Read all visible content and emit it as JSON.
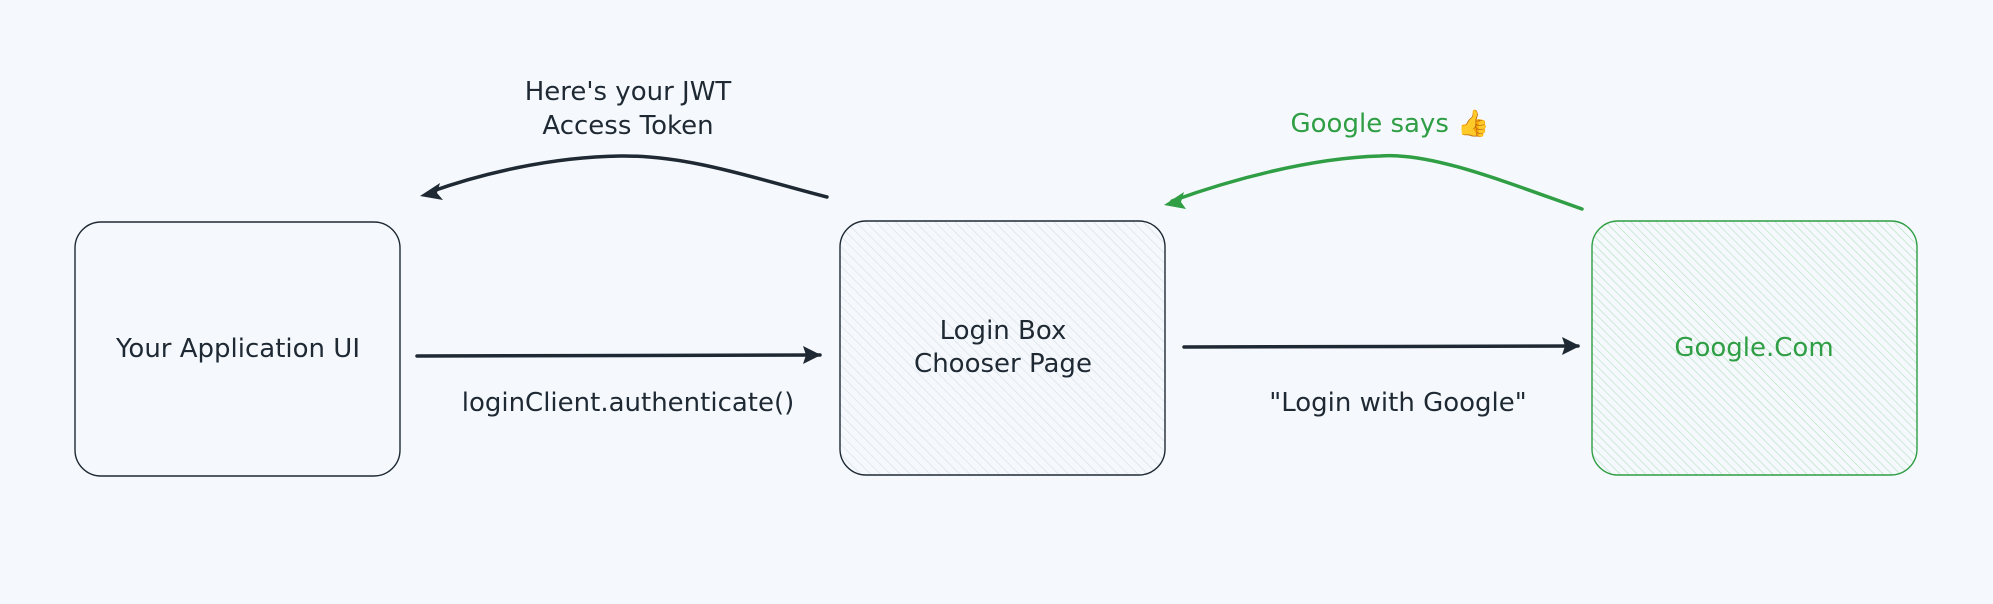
{
  "colors": {
    "background": "#f5f9fd",
    "ink": "#1f2933",
    "green": "#2f9e44",
    "hatch_gray": "#d7dde3",
    "hatch_green": "#b2dfbd"
  },
  "nodes": {
    "app": {
      "label": "Your Application UI"
    },
    "login": {
      "line1": "Login Box",
      "line2": "Chooser Page"
    },
    "google": {
      "label": "Google.Com"
    }
  },
  "edges": {
    "app_to_login": {
      "label": "loginClient.authenticate()"
    },
    "login_to_google": {
      "label": "\"Login with Google\""
    },
    "google_to_login": {
      "label": "Google says 👍"
    },
    "login_to_app": {
      "line1": "Here's your JWT",
      "line2": "Access Token"
    }
  }
}
